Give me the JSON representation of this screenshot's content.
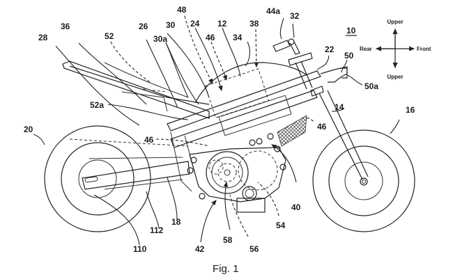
{
  "figure": {
    "caption": "Fig. 1",
    "reference_numeral": "10",
    "subject": "electric motorcycle side view patent drawing"
  },
  "direction_indicator": {
    "up": "Upper",
    "down": "Upper",
    "left": "Rear",
    "right": "Front"
  },
  "labels": [
    {
      "id": "20",
      "text": "20"
    },
    {
      "id": "28",
      "text": "28"
    },
    {
      "id": "36",
      "text": "36"
    },
    {
      "id": "52",
      "text": "52"
    },
    {
      "id": "26",
      "text": "26"
    },
    {
      "id": "30a",
      "text": "30a"
    },
    {
      "id": "30",
      "text": "30"
    },
    {
      "id": "48",
      "text": "48"
    },
    {
      "id": "24",
      "text": "24"
    },
    {
      "id": "46a",
      "text": "46"
    },
    {
      "id": "12",
      "text": "12"
    },
    {
      "id": "34",
      "text": "34"
    },
    {
      "id": "38",
      "text": "38"
    },
    {
      "id": "44a",
      "text": "44a"
    },
    {
      "id": "32",
      "text": "32"
    },
    {
      "id": "22",
      "text": "22"
    },
    {
      "id": "50",
      "text": "50"
    },
    {
      "id": "50a",
      "text": "50a"
    },
    {
      "id": "52a",
      "text": "52a"
    },
    {
      "id": "46b",
      "text": "46"
    },
    {
      "id": "46c",
      "text": "46"
    },
    {
      "id": "14",
      "text": "14"
    },
    {
      "id": "16",
      "text": "16"
    },
    {
      "id": "40",
      "text": "40"
    },
    {
      "id": "54",
      "text": "54"
    },
    {
      "id": "56",
      "text": "56"
    },
    {
      "id": "58",
      "text": "58"
    },
    {
      "id": "42",
      "text": "42"
    },
    {
      "id": "18",
      "text": "18"
    },
    {
      "id": "112",
      "text": "112"
    },
    {
      "id": "110",
      "text": "110"
    }
  ]
}
